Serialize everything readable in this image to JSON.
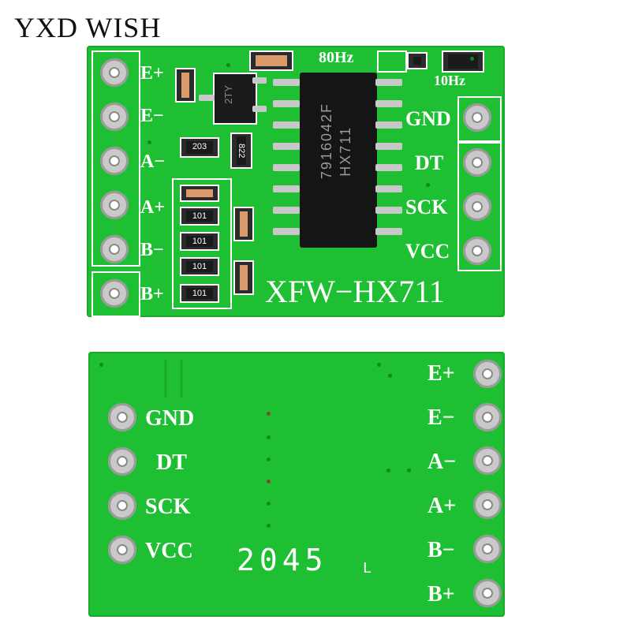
{
  "brand": "YXD WISH",
  "top_board": {
    "left_labels": [
      "E+",
      "E−",
      "A−",
      "A+",
      "B−",
      "B+"
    ],
    "right_labels": [
      "GND",
      "DT",
      "SCK",
      "VCC"
    ],
    "freq_80": "80Hz",
    "freq_10": "10Hz",
    "model": "XFW−HX711",
    "chip_line1": "HX711",
    "chip_line2": "7916042F",
    "sot_mark": "2TY",
    "res_203": "203",
    "res_822": "822",
    "res_101": "101"
  },
  "bottom_board": {
    "left_labels": [
      "GND",
      "DT",
      "SCK",
      "VCC"
    ],
    "right_labels": [
      "E+",
      "E−",
      "A−",
      "A+",
      "B−",
      "B+"
    ],
    "code": "2045",
    "code_suffix": "L"
  },
  "colors": {
    "pcb": "#1fbf33",
    "silk": "#ffffff",
    "pad": "#c9c9c9"
  }
}
